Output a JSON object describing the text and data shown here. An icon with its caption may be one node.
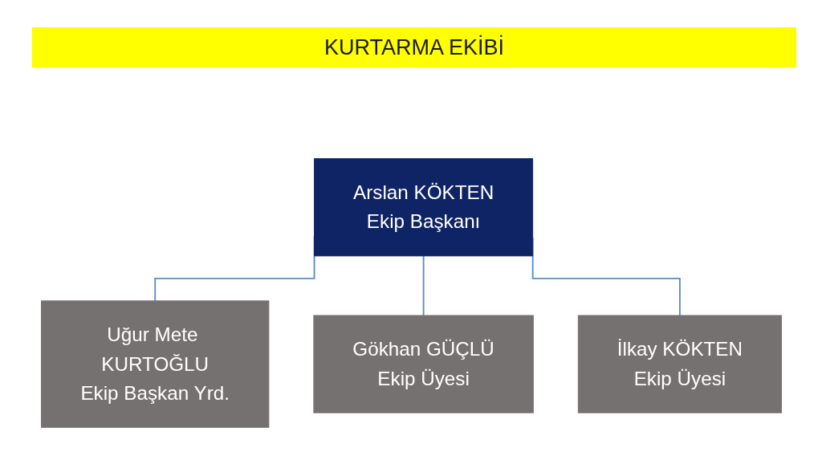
{
  "diagram": {
    "title": "KURTARMA EKİBİ",
    "nodes": [
      {
        "text": [
          "Arslan KÖKTEN",
          "Ekip Başkanı"
        ]
      },
      {
        "text": [
          "Uğur Mete KURTOĞLU",
          "Ekip Başkan Yrd."
        ]
      },
      {
        "text": [
          "Gökhan GÜÇLÜ",
          "Ekip Üyesi"
        ]
      },
      {
        "text": [
          "İlkay KÖKTEN",
          "Ekip Üyesi"
        ]
      }
    ],
    "edges": [
      {
        "from": 0,
        "to": 1,
        "arrow": "none"
      },
      {
        "from": 0,
        "to": 2,
        "arrow": "none"
      },
      {
        "from": 0,
        "to": 3,
        "arrow": "none"
      }
    ]
  }
}
